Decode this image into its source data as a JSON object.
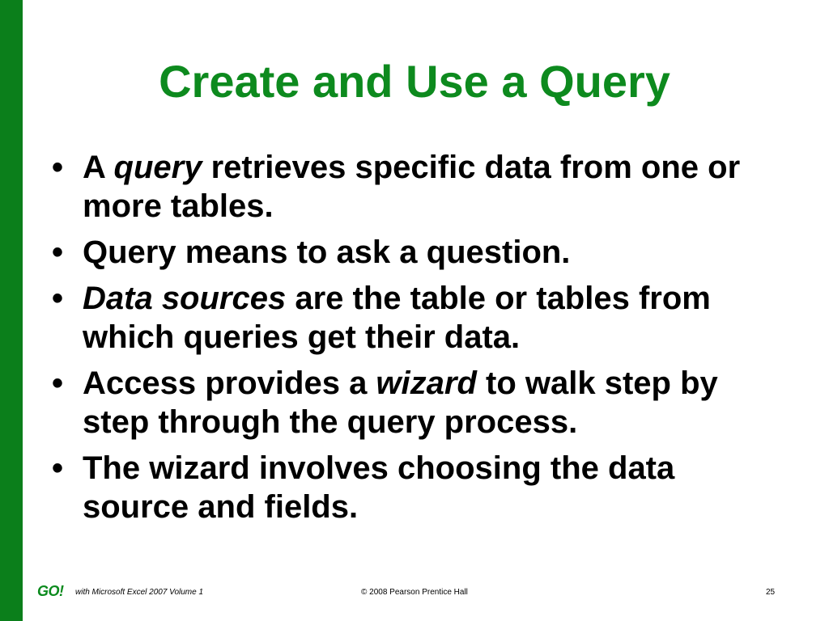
{
  "slide": {
    "title": "Create and Use a Query",
    "bullets": [
      {
        "parts": [
          {
            "text": "A ",
            "italic": false
          },
          {
            "text": "query",
            "italic": true
          },
          {
            "text": " retrieves specific data from one or more tables.",
            "italic": false
          }
        ]
      },
      {
        "parts": [
          {
            "text": "Query means to ask a question.",
            "italic": false
          }
        ]
      },
      {
        "parts": [
          {
            "text": "Data sources",
            "italic": true
          },
          {
            "text": " are the table or tables from which queries get their data.",
            "italic": false
          }
        ]
      },
      {
        "parts": [
          {
            "text": "Access provides a ",
            "italic": false
          },
          {
            "text": "wizard",
            "italic": true
          },
          {
            "text": " to walk step by step through the query process.",
            "italic": false
          }
        ]
      },
      {
        "parts": [
          {
            "text": "The wizard involves choosing the data source and fields.",
            "italic": false
          }
        ]
      }
    ],
    "bullet_symbol": "•"
  },
  "footer": {
    "logo": "GO!",
    "left_text": "with Microsoft Excel 2007 Volume 1",
    "center_text": "© 2008 Pearson Prentice Hall",
    "page_number": "25"
  },
  "colors": {
    "accent_green": "#0d8a1e",
    "bar_green": "#0b7f1b"
  }
}
